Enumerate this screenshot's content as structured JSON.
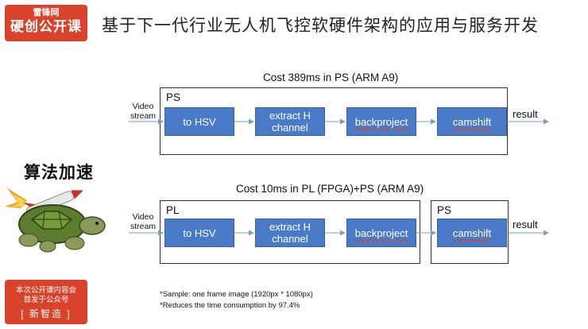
{
  "logo": {
    "small": "雷锋网",
    "big": "硬创公开课"
  },
  "title": "基于下一代行业无人机飞控软硬件架构的应用与服务开发",
  "side_title": "算法加速",
  "promo": {
    "line1": "本次公开课内容会",
    "line2": "首发于公众号",
    "brand": "[ 新智造 ]"
  },
  "top": {
    "caption": "Cost 389ms in PS (ARM A9)",
    "input_label_1": "Video",
    "input_label_2": "stream",
    "frame_label": "PS",
    "blocks": [
      "to HSV",
      "extract H channel",
      "backproject",
      "camshift"
    ],
    "output_label": "result"
  },
  "bottom": {
    "caption": "Cost 10ms in PL (FPGA)+PS (ARM A9)",
    "input_label_1": "Video",
    "input_label_2": "stream",
    "frame_pl_label": "PL",
    "frame_ps_label": "PS",
    "blocks": [
      "to HSV",
      "extract H channel",
      "backproject",
      "camshift"
    ],
    "output_label": "result"
  },
  "notes": [
    "*Sample: one frame image (1920px * 1080px)",
    "*Reduces the time consumption by 97.4%"
  ],
  "colors": {
    "brand_red": "#d9432b",
    "block_blue": "#4a7bc8",
    "arrow": "#7a9cc8"
  }
}
